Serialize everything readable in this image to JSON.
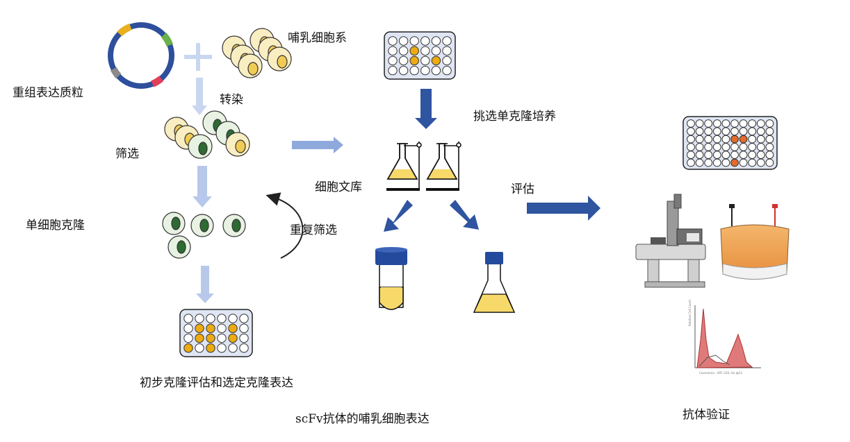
{
  "labels": {
    "plasmid": "重组表达质粒",
    "cell_line": "哺乳细胞系",
    "transfection": "转染",
    "screening": "筛选",
    "single_clone": "单细胞克隆",
    "initial_eval": "初步克隆评估和选定克隆表达",
    "library": "细胞文库",
    "repeat_screening": "重复筛选",
    "pick_clone": "挑选单克隆培养",
    "evaluate": "评估",
    "validation": "抗体验证",
    "caption": "scFv抗体的哺乳细胞表达"
  },
  "colors": {
    "plasmid_ring": "#2d4f9c",
    "plasmid_yellow": "#e8b020",
    "plasmid_green": "#6ab04c",
    "plasmid_red": "#e0405a",
    "plasmid_gray": "#8a8a8a",
    "cell_fill": "#f9edc2",
    "cell_nucleus": "#f1cc55",
    "green_cell_fill": "#e7f2e2",
    "green_nucleus": "#2e6b33",
    "arrow_light": "#c9d6f0",
    "arrow_mid": "#8ea9dc",
    "arrow_dark": "#2f54a0",
    "plate_fill": "#dfe5f3",
    "well_orange": "#ecab10",
    "well_red": "#e36a2a",
    "liquid": "#f7d96a",
    "cap": "#234a9c",
    "curve": "#222222"
  },
  "icons": {
    "plasmid": "plasmid-icon",
    "plus": "plus-icon",
    "flask_pair": "erlenmeyer-flask-icon",
    "tube": "culture-tube-icon",
    "flask": "culture-flask-icon",
    "microscope": "microscope-icon",
    "gel": "gel-electrophoresis-tank-icon",
    "flow": "flow-cytometry-histogram-icon"
  }
}
